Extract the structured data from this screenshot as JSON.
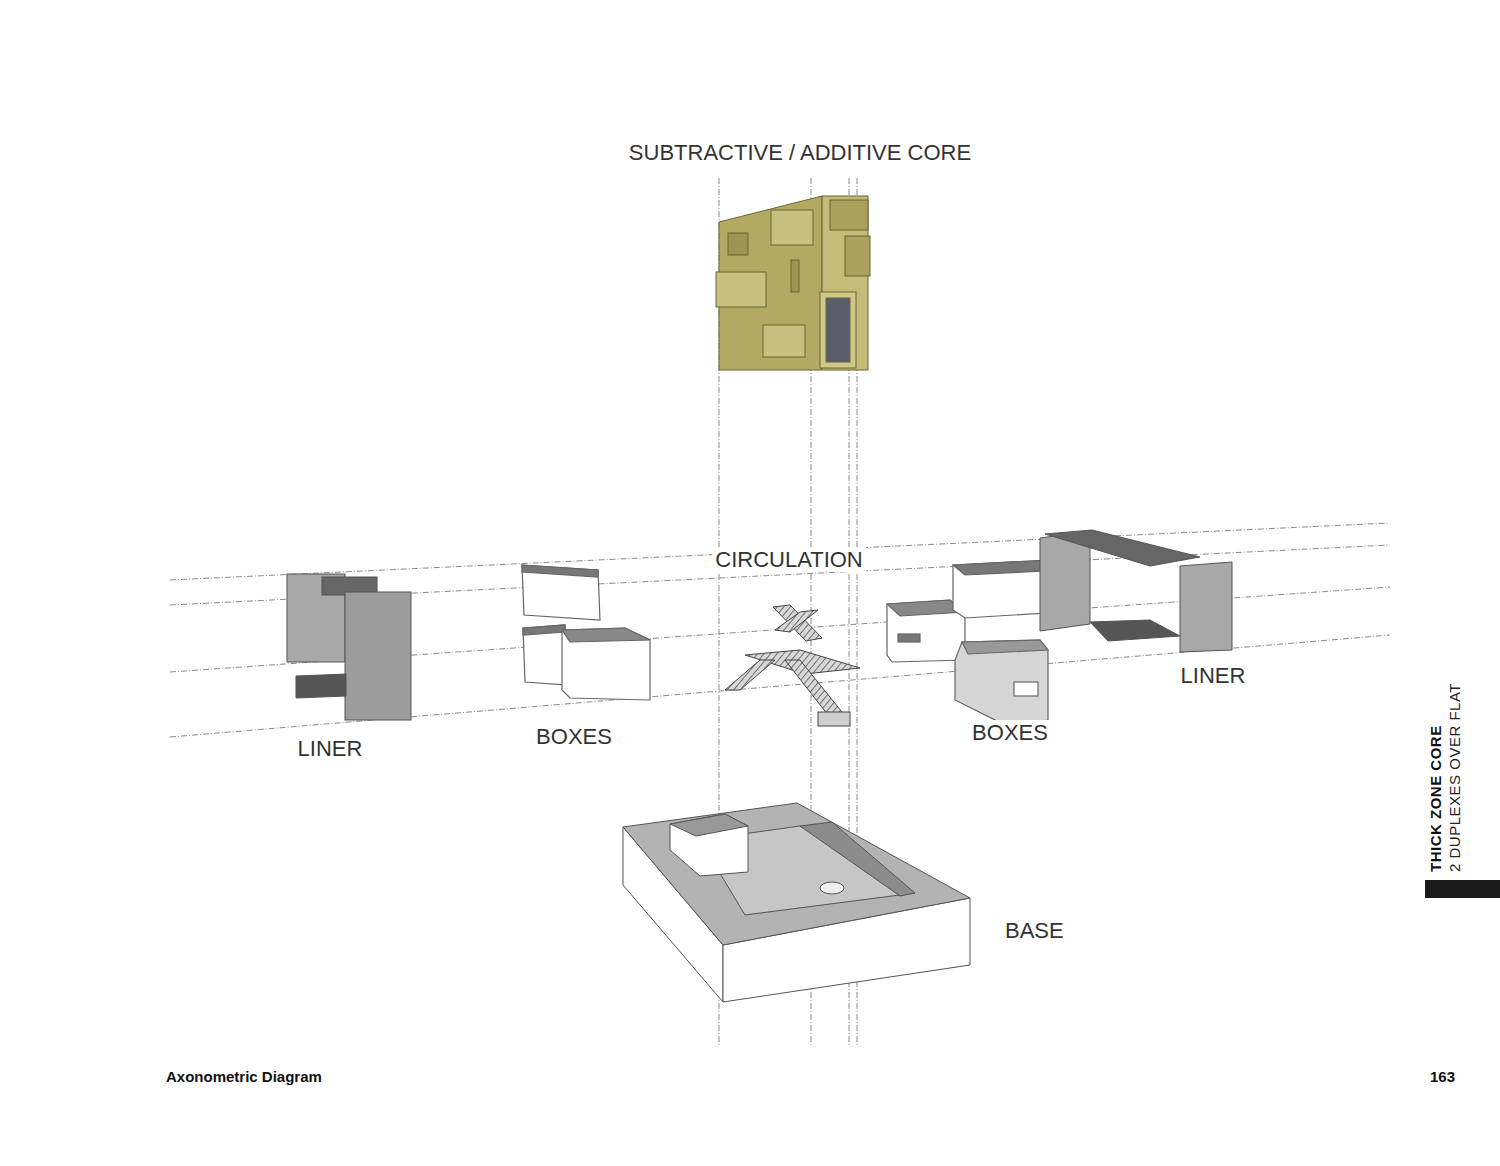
{
  "diagram": {
    "caption": "Axonometric Diagram",
    "labels": [
      "SUBTRACTIVE / ADDITIVE CORE",
      "CIRCULATION",
      "LINER",
      "BOXES",
      "BOXES",
      "LINER",
      "BASE",
      "THICK ZONE CORE",
      "2 DUPLEXES OVER FLAT",
      "163"
    ]
  }
}
